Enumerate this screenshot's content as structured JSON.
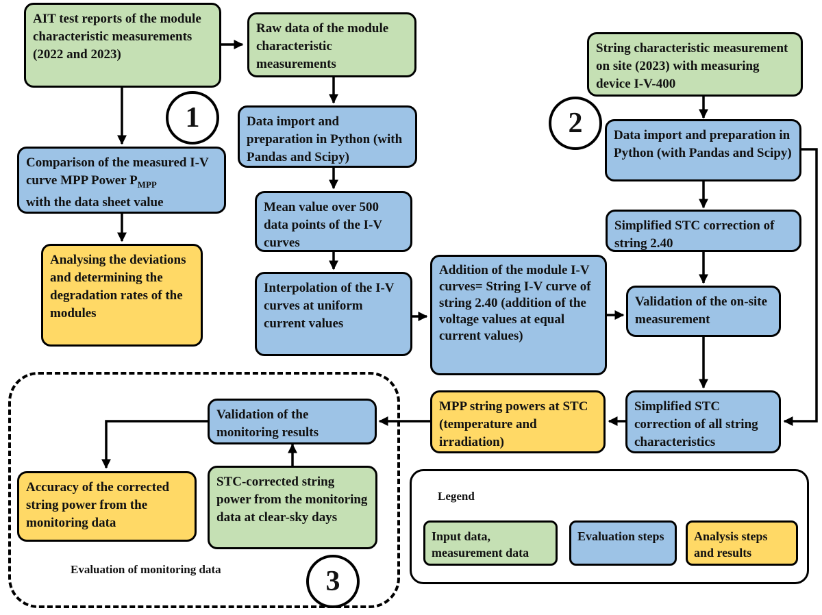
{
  "boxes": {
    "ait_reports": "AIT test reports of the module characteristic measurements (2022 and 2023)",
    "raw_data": "Raw data of the module characteristic measurements",
    "string_measurement": "String characteristic measurement on site (2023) with measuring device I-V-400",
    "comparison_main": "Comparison of the measured I-V curve MPP Power P",
    "comparison_sub": "MPP",
    "comparison_tail": "with the data sheet value",
    "analysing": "Analysing the deviations and determining the degradation rates of the modules",
    "import_left": "Data import and preparation in Python (with Pandas and Scipy)",
    "import_right": "Data import and preparation in Python (with Pandas and Scipy)",
    "mean_value": "Mean value over 500 data points of the I-V curves",
    "interpolation": "Interpolation of the I-V curves at uniform current values",
    "addition": "Addition of the module I-V curves= String I-V curve of string 2.40 (addition of the voltage values at equal current values)",
    "simplified_string": "Simplified STC correction of string 2.40",
    "validation_onsite": "Validation of the on-site measurement",
    "simplified_all": "Simplified STC correction of all string characteristics",
    "mpp_string": "MPP string powers at STC (temperature and irradiation)",
    "validation_monitoring": "Validation of the monitoring results",
    "stc_corrected": "STC-corrected string power from the monitoring data at clear-sky days",
    "accuracy": "Accuracy of the corrected string power from the monitoring data"
  },
  "markers": {
    "one": "1",
    "two": "2",
    "three": "3"
  },
  "region_caption": "Evaluation of monitoring data",
  "legend": {
    "title": "Legend",
    "input": "Input data, measurement data",
    "evaluation": "Evaluation steps",
    "analysis": "Analysis steps and results"
  },
  "colors": {
    "input": "#c5e0b4",
    "evaluation": "#9dc3e6",
    "analysis": "#ffd966",
    "border": "#000000"
  }
}
